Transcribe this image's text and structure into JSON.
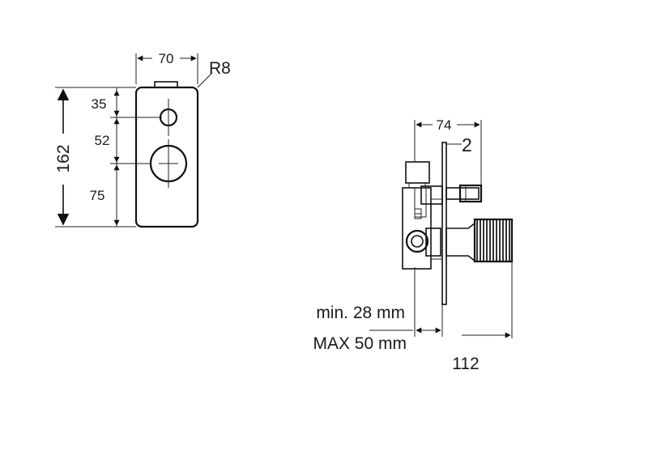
{
  "front_view": {
    "width_label": "70",
    "radius_label": "R8",
    "height_label": "162",
    "dim_top_label": "35",
    "dim_mid_label": "52",
    "dim_bottom_label": "75"
  },
  "side_view": {
    "depth_label": "74",
    "plate_label": "2",
    "min_label": "min. 28 mm",
    "max_label": "MAX 50 mm",
    "total_label": "112"
  }
}
